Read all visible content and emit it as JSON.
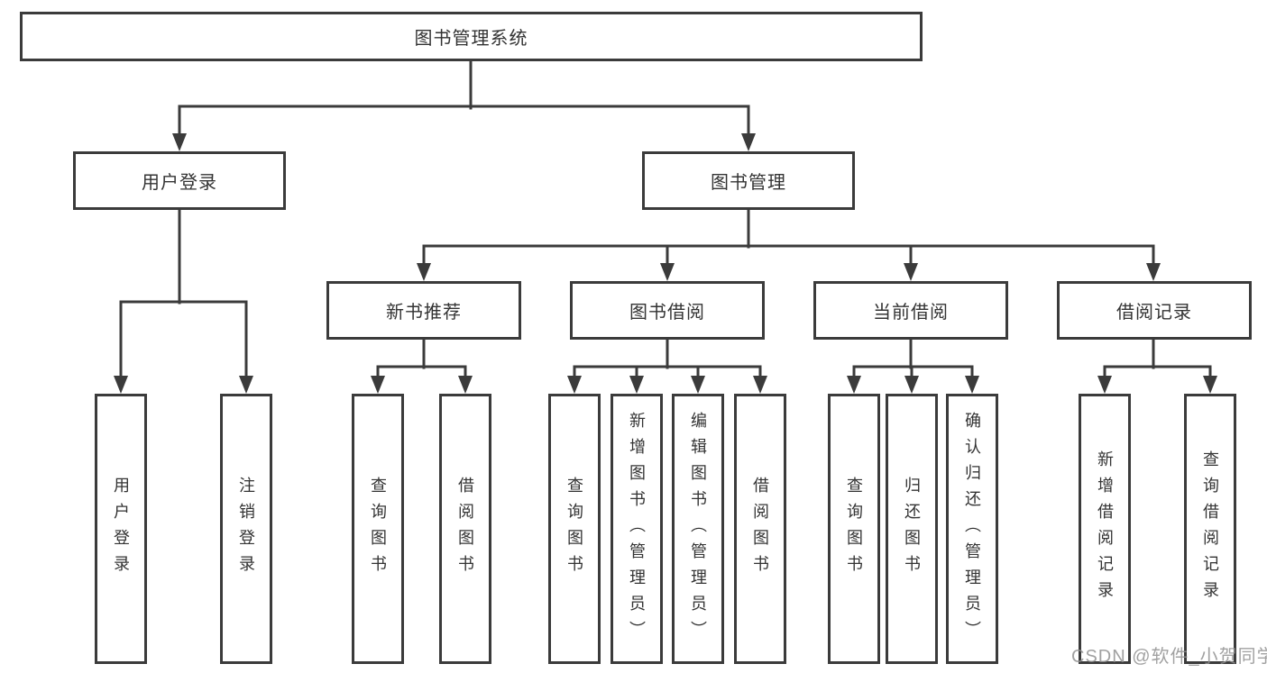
{
  "tree": {
    "root": {
      "label": "图书管理系统"
    },
    "branches": [
      {
        "label": "用户登录",
        "leaves": [
          {
            "label": "用户登录"
          },
          {
            "label": "注销登录"
          }
        ]
      },
      {
        "label": "图书管理",
        "groups": [
          {
            "label": "新书推荐",
            "leaves": [
              {
                "label": "查询图书"
              },
              {
                "label": "借阅图书"
              }
            ]
          },
          {
            "label": "图书借阅",
            "leaves": [
              {
                "label": "查询图书"
              },
              {
                "label": "新增图书（管理员）"
              },
              {
                "label": "编辑图书（管理员）"
              },
              {
                "label": "借阅图书"
              }
            ]
          },
          {
            "label": "当前借阅",
            "leaves": [
              {
                "label": "查询图书"
              },
              {
                "label": "归还图书"
              },
              {
                "label": "确认归还（管理员）"
              }
            ]
          },
          {
            "label": "借阅记录",
            "leaves": [
              {
                "label": "新增借阅记录"
              },
              {
                "label": "查询借阅记录"
              }
            ]
          }
        ]
      }
    ]
  },
  "watermark": {
    "text": "CSDN @软件_小贺同学"
  },
  "colors": {
    "line": "#3b3b3b",
    "text": "#333333",
    "watermark": "#919191",
    "background": "#ffffff"
  }
}
